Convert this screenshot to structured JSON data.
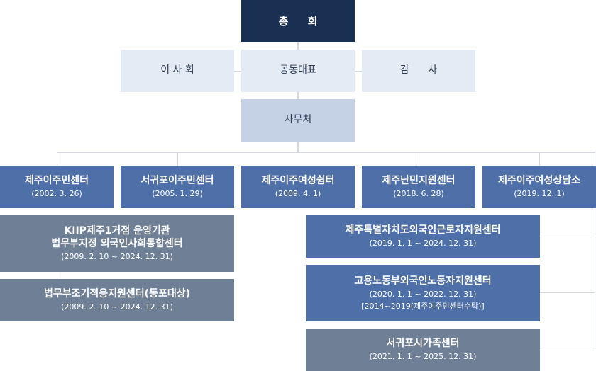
{
  "top": {
    "general_assembly": "총 회"
  },
  "row2": {
    "board": "이 사 회",
    "co_rep": "공동대표",
    "audit": "감 사"
  },
  "secretariat": "사무처",
  "centers": [
    {
      "name": "제주이주민센터",
      "date": "(2002. 3. 26)"
    },
    {
      "name": "서귀포이주민센터",
      "date": "(2005. 1. 29)"
    },
    {
      "name": "제주이주여성쉼터",
      "date": "(2009. 4. 1)"
    },
    {
      "name": "제주난민지원센터",
      "date": "(2018. 6. 28)"
    },
    {
      "name": "제주이주여성상담소",
      "date": "(2019. 12. 1)"
    }
  ],
  "left_sub": [
    {
      "line1": "KIIP제주1거점 운영기관",
      "line2": "법무부지정 외국인사회통합센터",
      "date": "(2009. 2. 10 ~ 2024. 12. 31)"
    },
    {
      "line1": "법무부조기적응지원센터(동포대상)",
      "date": "(2009. 2. 10 ~ 2024. 12. 31)"
    }
  ],
  "right_sub": [
    {
      "name": "제주특별자치도외국인근로자지원센터",
      "date": "(2019. 1. 1 ~ 2024. 12. 31)"
    },
    {
      "name": "고용노동부외국인노동자지원센터",
      "date": "(2020. 1. 1 ~ 2022. 12. 31)",
      "note": "[2014~2019(제주이주민센터수탁)]"
    },
    {
      "name": "서귀포시가족센터",
      "date": "(2021. 1. 1 ~ 2025. 12. 31)"
    }
  ],
  "colors": {
    "top": "#1a3052",
    "light": "#e4ebf5",
    "mid": "#c5d2e6",
    "blue": "#4e6fa8",
    "gray": "#6e7f96",
    "line": "#d4d9e1"
  }
}
